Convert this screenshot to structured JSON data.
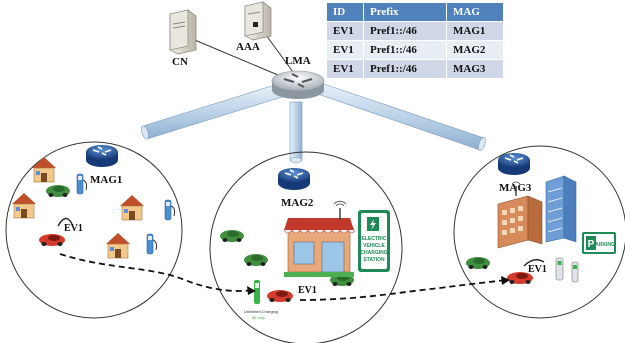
{
  "table": {
    "headers": [
      "ID",
      "Prefix",
      "MAG"
    ],
    "rows": [
      [
        "EV1",
        "Pref1::/46",
        "MAG1"
      ],
      [
        "EV1",
        "Pref1::/46",
        "MAG2"
      ],
      [
        "EV1",
        "Pref1::/46",
        "MAG3"
      ]
    ]
  },
  "nodes": {
    "cn": "CN",
    "aaa": "AAA",
    "lma": "LMA",
    "mag1": "MAG1",
    "mag2": "MAG2",
    "mag3": "MAG3"
  },
  "ev_labels": {
    "ev_mag1": "EV1",
    "ev_mag2": "EV1",
    "ev_mag3": "EV1"
  },
  "station_sign": [
    "ELECTRIC",
    "VEHICLE",
    "CHARGING",
    "STATION"
  ],
  "parking_sign": "ARKING",
  "charger_caption": [
    "Unlimited Charging",
    "$5 only"
  ],
  "colors": {
    "table_header": "#4f81bd",
    "router_blue": "#1f4e9c",
    "tube": "#c9dcec",
    "car_green": "#3f8f3f",
    "car_red": "#d63a2a",
    "sign_green": "#1f8a55"
  },
  "icons": [
    "server-icon",
    "router-icon",
    "house-icon",
    "car-icon",
    "gas-pump-icon",
    "shop-icon",
    "office-building-icon",
    "parking-sign-icon",
    "charging-station-icon"
  ]
}
